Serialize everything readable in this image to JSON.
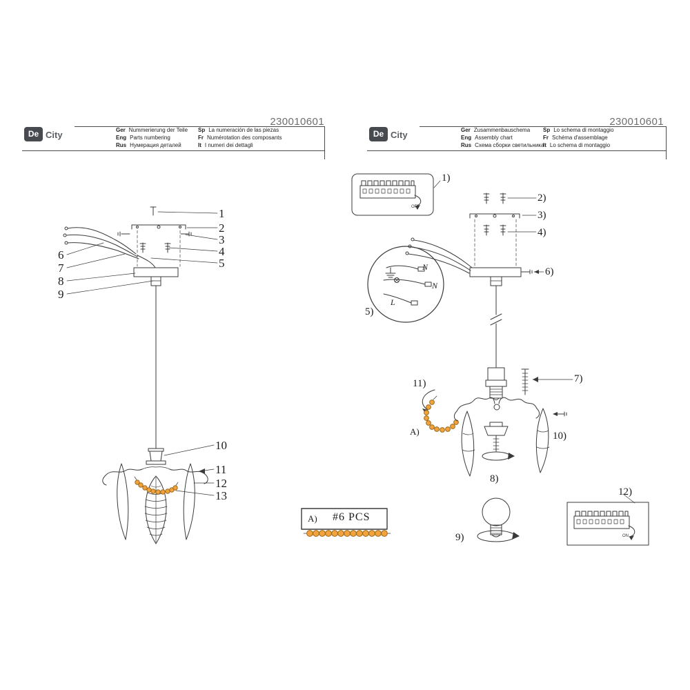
{
  "sheet": {
    "left": {
      "code": "230010601",
      "logo": {
        "de": "De",
        "city": "City"
      },
      "langs": [
        {
          "code": "Ger",
          "text": "Nummerierung der Teile"
        },
        {
          "code": "Eng",
          "text": "Parts numbering"
        },
        {
          "code": "Rus",
          "text": "Нумерация деталей"
        },
        {
          "code": "Sp",
          "text": "La numeración de las piezas"
        },
        {
          "code": "Fr",
          "text": "Numérotation des composants"
        },
        {
          "code": "It",
          "text": "I numeri dei dettagli"
        }
      ],
      "callouts": [
        "1",
        "2",
        "3",
        "4",
        "5",
        "6",
        "7",
        "8",
        "9",
        "10",
        "11",
        "12",
        "13"
      ]
    },
    "right": {
      "code": "230010601",
      "logo": {
        "de": "De",
        "city": "City"
      },
      "langs": [
        {
          "code": "Ger",
          "text": "Zusammenbauschema"
        },
        {
          "code": "Eng",
          "text": "Assembly chart"
        },
        {
          "code": "Rus",
          "text": "Схема сборки светильника"
        },
        {
          "code": "Sp",
          "text": "Lo schema di montaggio"
        },
        {
          "code": "Fr",
          "text": "Schéma d'assemblage"
        },
        {
          "code": "It",
          "text": "Lo schema di montaggio"
        }
      ],
      "steps": [
        "1)",
        "2)",
        "3)",
        "4)",
        "5)",
        "6)",
        "7)",
        "8)",
        "9)",
        "10)",
        "11)",
        "12)"
      ],
      "detail": {
        "n1": "N",
        "n2": "N",
        "l": "L"
      },
      "bead_label": "A)",
      "switch_off": "OFF",
      "switch_on": "ON"
    },
    "legend": {
      "label": "A)",
      "qty": "#6 PCS"
    },
    "colors": {
      "line": "#3a3a3a",
      "bead": "#f2a33c",
      "bead_stroke": "#9c6a1e"
    }
  }
}
